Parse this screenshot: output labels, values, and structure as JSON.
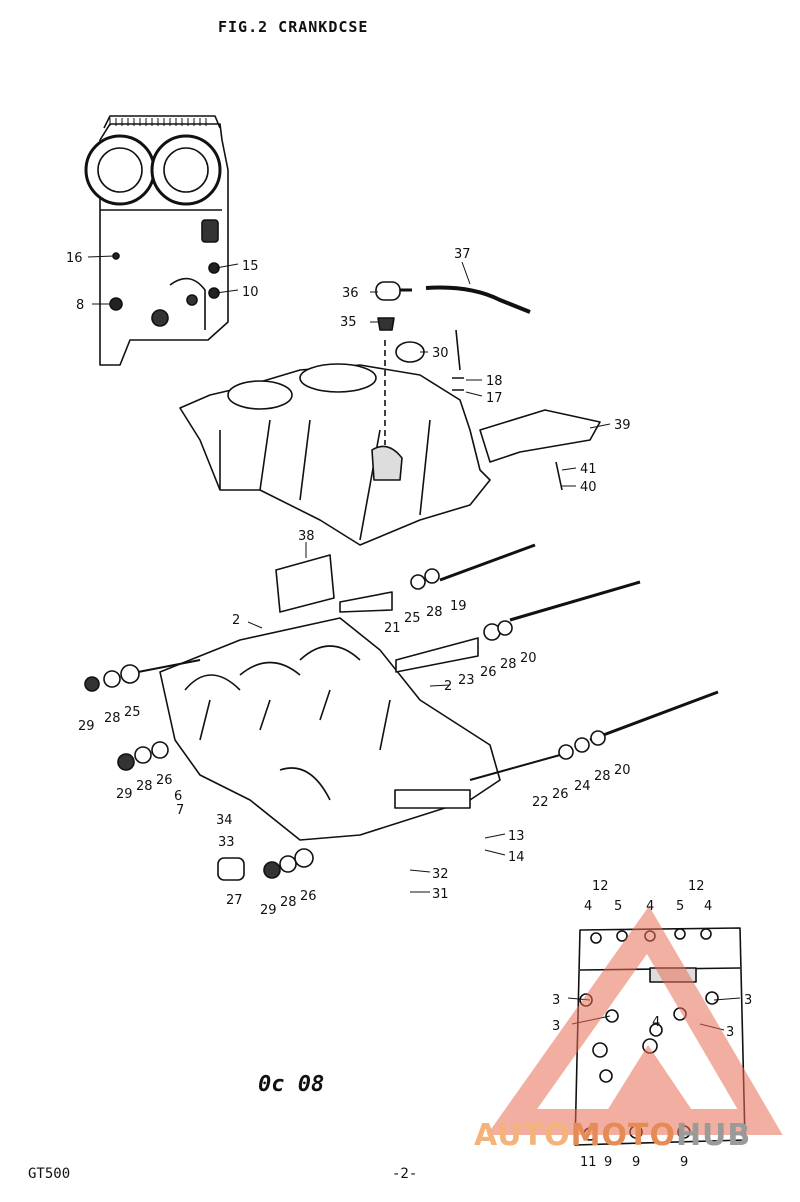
{
  "figure_title": "FIG.2  CRANKDCSE",
  "footer": {
    "model": "GT500",
    "page": "-2-"
  },
  "stamp": "0c  08",
  "watermark": {
    "part1": "AUTO",
    "part2": "MOTO",
    "part3": "HUB"
  },
  "callouts": [
    {
      "label": "16"
    },
    {
      "label": "8"
    },
    {
      "label": "15"
    },
    {
      "label": "10"
    },
    {
      "label": "37"
    },
    {
      "label": "36"
    },
    {
      "label": "35"
    },
    {
      "label": "30"
    },
    {
      "label": "18"
    },
    {
      "label": "17"
    },
    {
      "label": "39"
    },
    {
      "label": "41"
    },
    {
      "label": "40"
    },
    {
      "label": "38"
    },
    {
      "label": "2"
    },
    {
      "label": "21"
    },
    {
      "label": "25"
    },
    {
      "label": "28"
    },
    {
      "label": "19"
    },
    {
      "label": "2"
    },
    {
      "label": "23"
    },
    {
      "label": "26"
    },
    {
      "label": "28"
    },
    {
      "label": "20"
    },
    {
      "label": "29"
    },
    {
      "label": "28"
    },
    {
      "label": "25"
    },
    {
      "label": "29"
    },
    {
      "label": "28"
    },
    {
      "label": "26"
    },
    {
      "label": "6"
    },
    {
      "label": "7"
    },
    {
      "label": "34"
    },
    {
      "label": "33"
    },
    {
      "label": "22"
    },
    {
      "label": "26"
    },
    {
      "label": "24"
    },
    {
      "label": "28"
    },
    {
      "label": "20"
    },
    {
      "label": "13"
    },
    {
      "label": "14"
    },
    {
      "label": "32"
    },
    {
      "label": "31"
    },
    {
      "label": "29"
    },
    {
      "label": "28"
    },
    {
      "label": "26"
    },
    {
      "label": "27"
    },
    {
      "label": "12"
    },
    {
      "label": "12"
    },
    {
      "label": "4"
    },
    {
      "label": "5"
    },
    {
      "label": "4"
    },
    {
      "label": "5"
    },
    {
      "label": "4"
    },
    {
      "label": "3"
    },
    {
      "label": "3"
    },
    {
      "label": "3"
    },
    {
      "label": "3"
    },
    {
      "label": "4"
    },
    {
      "label": "11"
    },
    {
      "label": "9"
    },
    {
      "label": "9"
    },
    {
      "label": "9"
    }
  ]
}
